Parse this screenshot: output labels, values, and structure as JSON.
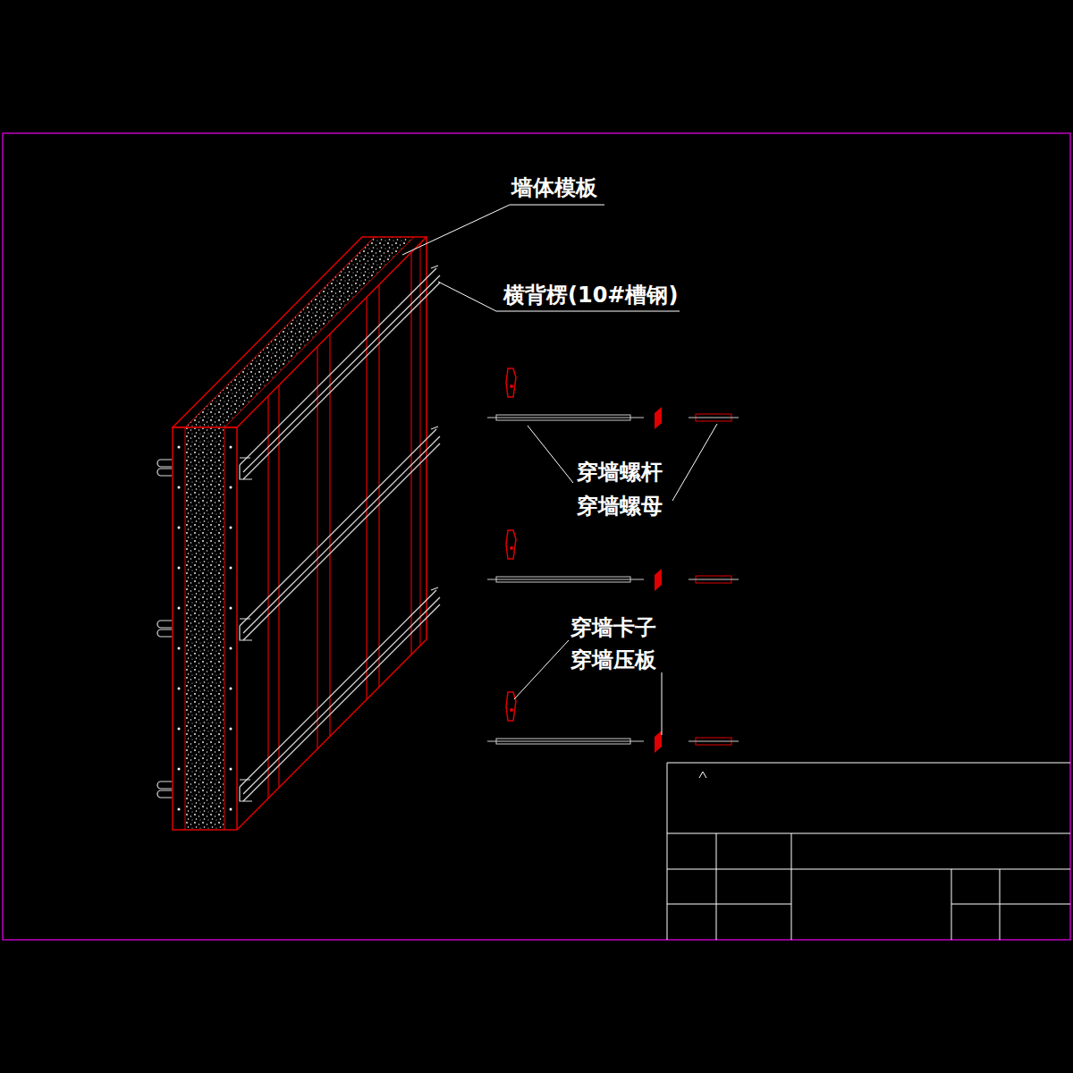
{
  "diagram": {
    "labels": [
      "墙体模板",
      "横背楞(10#槽钢)",
      "穿墙螺杆",
      "穿墙螺母",
      "穿墙卡子",
      "穿墙压板"
    ]
  }
}
